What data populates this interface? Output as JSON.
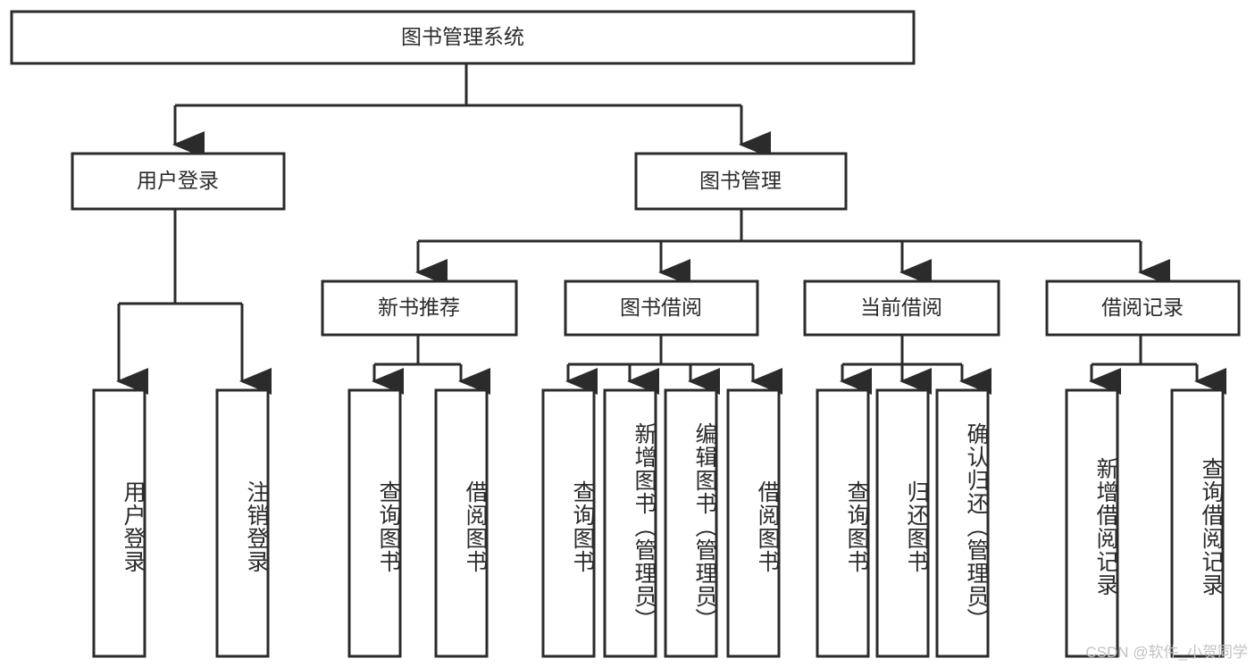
{
  "diagram": {
    "type": "tree",
    "orientation": "top-down",
    "root": {
      "id": "root",
      "label": "图书管理系统"
    },
    "level1": [
      {
        "id": "user-login",
        "label": "用户登录"
      },
      {
        "id": "book-manage",
        "label": "图书管理"
      }
    ],
    "level2": [
      {
        "id": "new-book-rec",
        "label": "新书推荐",
        "parent": "book-manage"
      },
      {
        "id": "book-borrow",
        "label": "图书借阅",
        "parent": "book-manage"
      },
      {
        "id": "current-borrow",
        "label": "当前借阅",
        "parent": "book-manage"
      },
      {
        "id": "borrow-record",
        "label": "借阅记录",
        "parent": "book-manage"
      }
    ],
    "leaves": [
      {
        "id": "leaf-user-login",
        "label": "用户登录",
        "parent": "user-login"
      },
      {
        "id": "leaf-logout",
        "label": "注销登录",
        "parent": "user-login"
      },
      {
        "id": "leaf-query-book-1",
        "label": "查询图书",
        "parent": "new-book-rec"
      },
      {
        "id": "leaf-borrow-book-1",
        "label": "借阅图书",
        "parent": "new-book-rec"
      },
      {
        "id": "leaf-query-book-2",
        "label": "查询图书",
        "parent": "book-borrow"
      },
      {
        "id": "leaf-add-book",
        "label": "新增图书（管理员）",
        "parent": "book-borrow"
      },
      {
        "id": "leaf-edit-book",
        "label": "编辑图书（管理员）",
        "parent": "book-borrow"
      },
      {
        "id": "leaf-borrow-book-2",
        "label": "借阅图书",
        "parent": "book-borrow"
      },
      {
        "id": "leaf-query-book-3",
        "label": "查询图书",
        "parent": "current-borrow"
      },
      {
        "id": "leaf-return-book",
        "label": "归还图书",
        "parent": "current-borrow"
      },
      {
        "id": "leaf-confirm-return",
        "label": "确认归还（管理员）",
        "parent": "current-borrow"
      },
      {
        "id": "leaf-add-record",
        "label": "新增借阅记录",
        "parent": "borrow-record"
      },
      {
        "id": "leaf-query-record",
        "label": "查询借阅记录",
        "parent": "borrow-record"
      }
    ]
  },
  "colors": {
    "stroke": "#2b2b2b",
    "fill": "#ffffff",
    "text": "#2b2b2b",
    "watermark": "#c2c2c2"
  },
  "watermark": {
    "text": "CSDN @软件_小贺同学"
  }
}
